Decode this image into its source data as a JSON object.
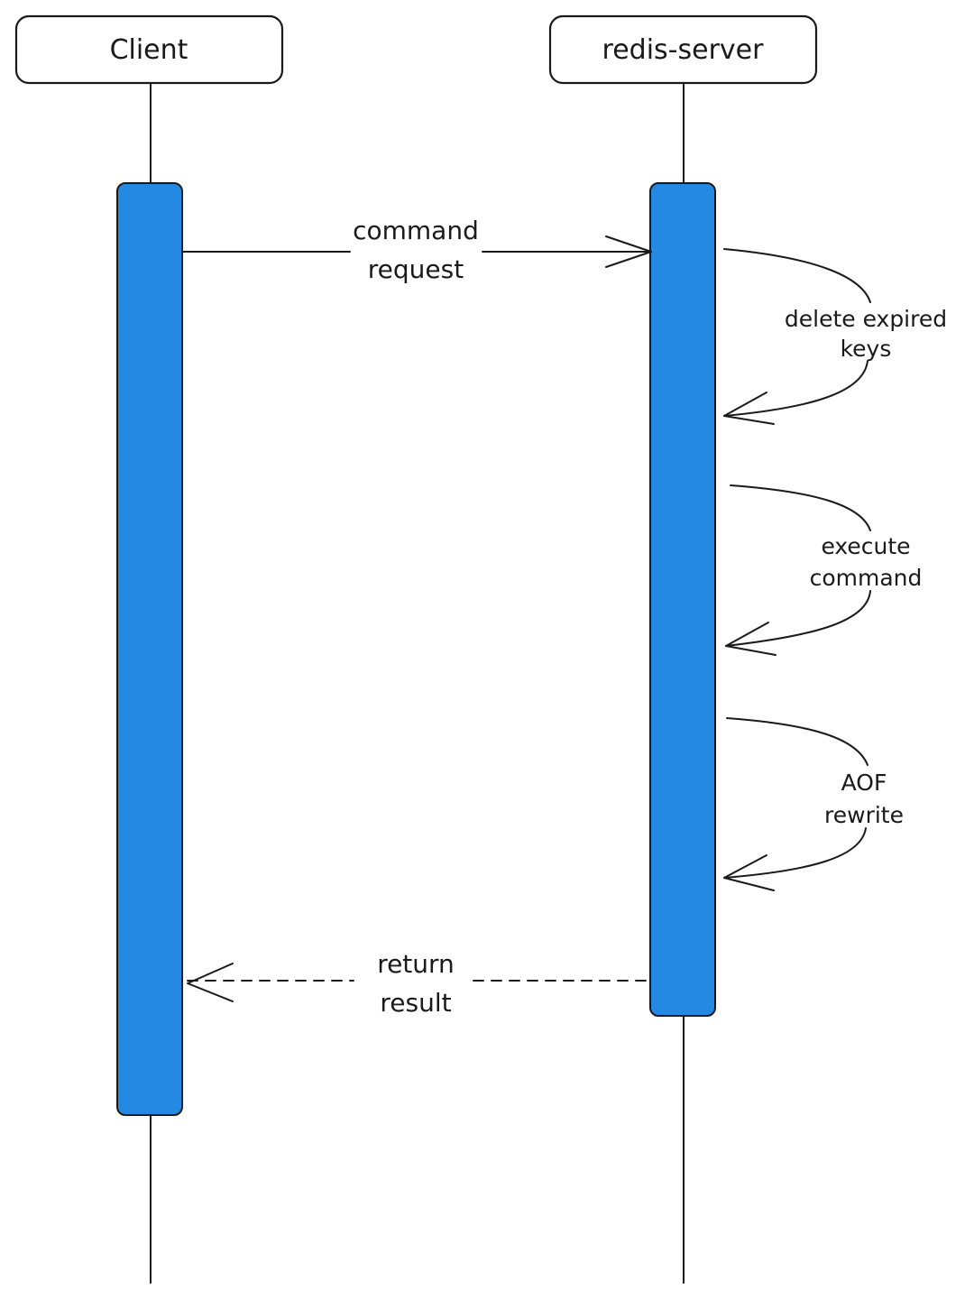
{
  "participants": {
    "client": {
      "label": "Client"
    },
    "server": {
      "label": "redis-server"
    }
  },
  "messages": {
    "request": {
      "line1": "command",
      "line2": "request"
    },
    "response": {
      "line1": "return",
      "line2": "result"
    }
  },
  "self_calls": [
    {
      "line1": "delete expired",
      "line2": "keys"
    },
    {
      "line1": "execute",
      "line2": "command"
    },
    {
      "line1": "AOF",
      "line2": "rewrite"
    }
  ],
  "colors": {
    "activation": "#2389e3",
    "stroke": "#1a1a1a",
    "background": "#ffffff"
  }
}
